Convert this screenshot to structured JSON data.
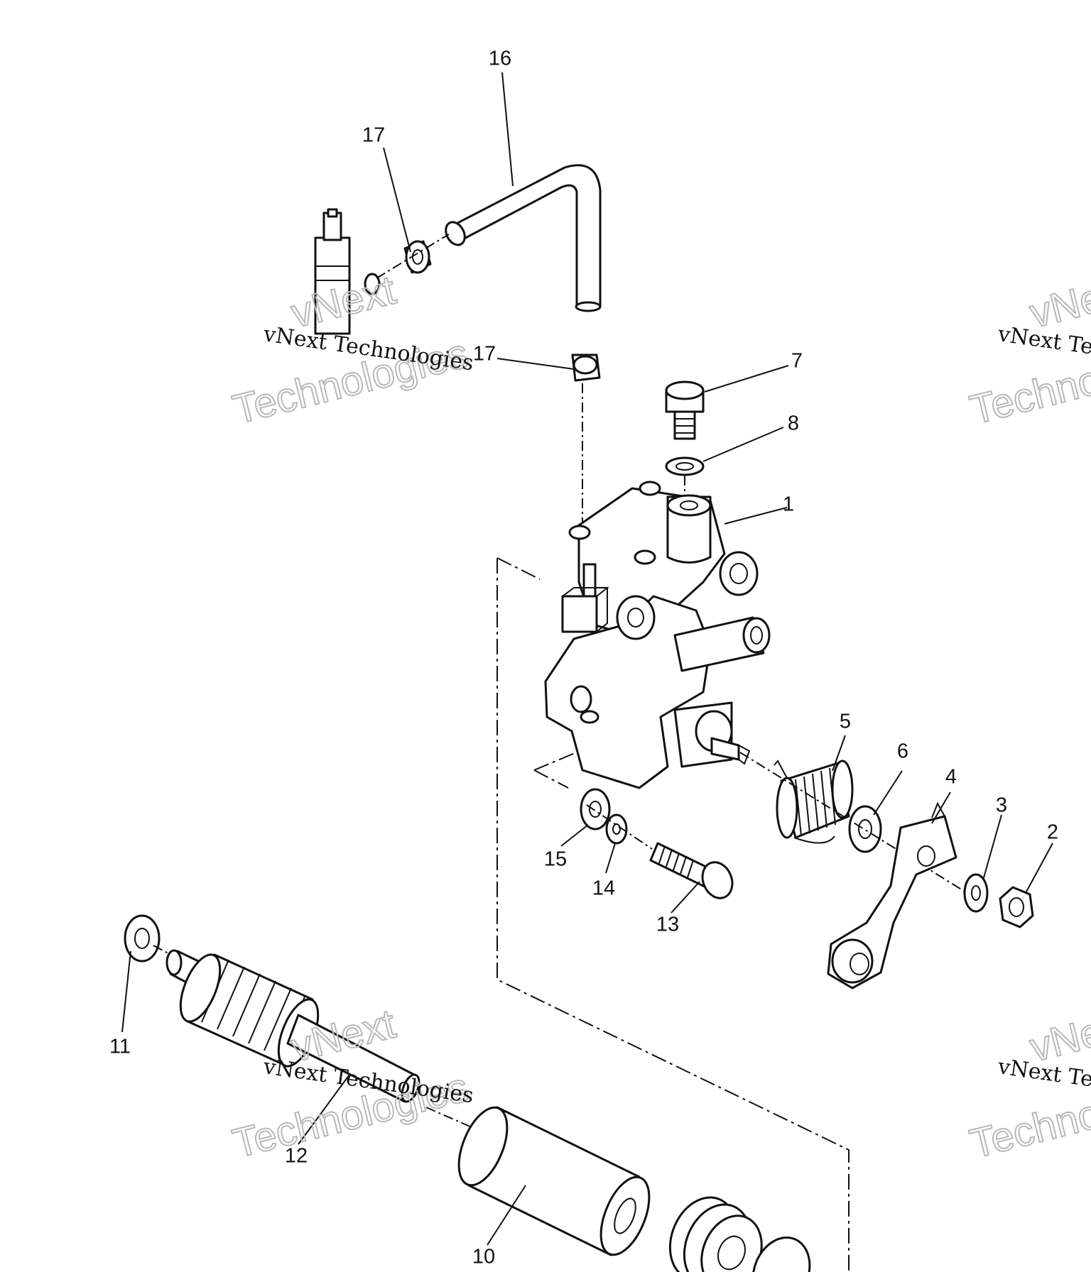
{
  "callouts": [
    {
      "id": "1",
      "label": "1"
    },
    {
      "id": "2",
      "label": "2"
    },
    {
      "id": "3",
      "label": "3"
    },
    {
      "id": "4",
      "label": "4"
    },
    {
      "id": "5",
      "label": "5"
    },
    {
      "id": "6",
      "label": "6"
    },
    {
      "id": "7",
      "label": "7"
    },
    {
      "id": "8",
      "label": "8"
    },
    {
      "id": "10",
      "label": "10"
    },
    {
      "id": "11",
      "label": "11"
    },
    {
      "id": "12",
      "label": "12"
    },
    {
      "id": "13",
      "label": "13"
    },
    {
      "id": "14",
      "label": "14"
    },
    {
      "id": "15",
      "label": "15"
    },
    {
      "id": "16",
      "label": "16"
    },
    {
      "id": "17a",
      "label": "17"
    },
    {
      "id": "17b",
      "label": "17"
    }
  ],
  "watermark": {
    "serif_text": "vNext Technologies",
    "outline_line1": "vNext",
    "outline_line2": "Technologies"
  },
  "colors": {
    "line": "#111111",
    "background": "#ffffff",
    "watermark_outline": "#b8b8b8"
  }
}
